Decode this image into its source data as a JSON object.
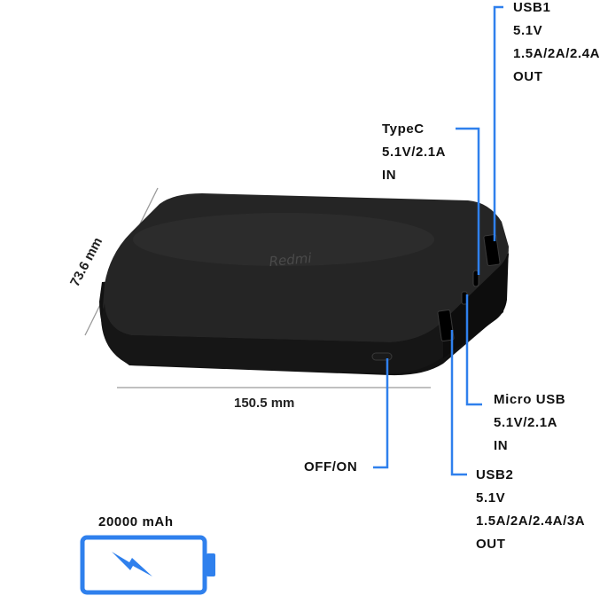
{
  "product": {
    "brand_logo": "Redmi",
    "width_label": "150.5 mm",
    "height_label": "73.6 mm",
    "capacity_label": "20000 mAh"
  },
  "ports": {
    "usb1": {
      "name": "USB1",
      "voltage": "5.1V",
      "current": "1.5A/2A/2.4A",
      "direction": "OUT"
    },
    "typec": {
      "name": "TypeC",
      "spec": "5.1V/2.1A",
      "direction": "IN"
    },
    "micro": {
      "name": "Micro USB",
      "spec": "5.1V/2.1A",
      "direction": "IN"
    },
    "usb2": {
      "name": "USB2",
      "voltage": "5.1V",
      "current": "1.5A/2A/2.4A/3A",
      "direction": "OUT"
    },
    "power": {
      "name": "OFF/ON"
    }
  },
  "colors": {
    "leader": "#2f80ed",
    "battery": "#2f80ed",
    "device": "#1c1c1c"
  }
}
